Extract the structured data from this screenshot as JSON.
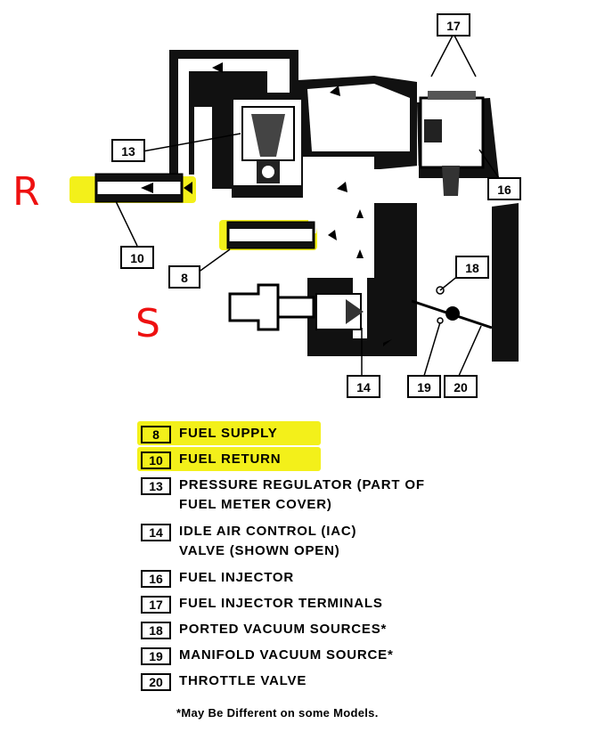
{
  "callouts": {
    "c8": "8",
    "c10": "10",
    "c13": "13",
    "c14": "14",
    "c16": "16",
    "c17": "17",
    "c18": "18",
    "c19": "19",
    "c20": "20"
  },
  "handwriting": {
    "r": "R",
    "s": "S"
  },
  "legend": [
    {
      "num": "8",
      "text": "FUEL SUPPLY"
    },
    {
      "num": "10",
      "text": "FUEL RETURN"
    },
    {
      "num": "13",
      "text": "PRESSURE REGULATOR (PART OF",
      "text2": "FUEL METER COVER)"
    },
    {
      "num": "14",
      "text": "IDLE AIR CONTROL (IAC)",
      "text2": "VALVE (SHOWN OPEN)"
    },
    {
      "num": "16",
      "text": "FUEL INJECTOR"
    },
    {
      "num": "17",
      "text": "FUEL INJECTOR TERMINALS"
    },
    {
      "num": "18",
      "text": "PORTED VACUUM SOURCES*"
    },
    {
      "num": "19",
      "text": "MANIFOLD VACUUM SOURCE*"
    },
    {
      "num": "20",
      "text": "THROTTLE VALVE"
    }
  ],
  "footnote": "*May Be Different on some Models.",
  "colors": {
    "highlight": "#f3f01a",
    "handwriting": "#e11111",
    "ink": "#000000"
  }
}
